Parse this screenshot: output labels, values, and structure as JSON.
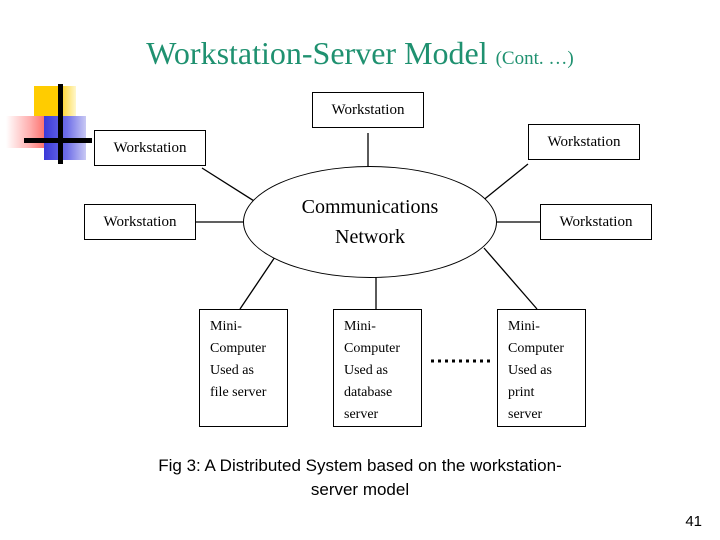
{
  "slide": {
    "title_main": "Workstation-Server Model",
    "title_cont": "(Cont. …)",
    "title_color": "#1f9170",
    "page_number": "41",
    "caption_line1": "Fig 3:  A Distributed System based on the workstation-",
    "caption_line2": "server model"
  },
  "logo": {
    "yellow": "#ffcc00",
    "red": "#fb3b34",
    "blue": "#3a39d8",
    "bar": "#000000"
  },
  "diagram": {
    "hub_line1": "Communications",
    "hub_line2": "Network",
    "workstations": [
      {
        "id": "top",
        "label": "Workstation"
      },
      {
        "id": "left-upper",
        "label": "Workstation"
      },
      {
        "id": "left-lower",
        "label": "Workstation"
      },
      {
        "id": "right-upper",
        "label": "Workstation"
      },
      {
        "id": "right-lower",
        "label": "Workstation"
      }
    ],
    "servers": [
      {
        "id": "file-server",
        "lines": [
          "Mini-",
          "Computer",
          "Used as",
          "file server"
        ]
      },
      {
        "id": "database-server",
        "lines": [
          "Mini-",
          "Computer",
          "Used as",
          "database",
          "server"
        ]
      },
      {
        "id": "print-server",
        "lines": [
          "Mini-",
          "Computer",
          "Used as",
          "print",
          "server"
        ]
      }
    ]
  }
}
